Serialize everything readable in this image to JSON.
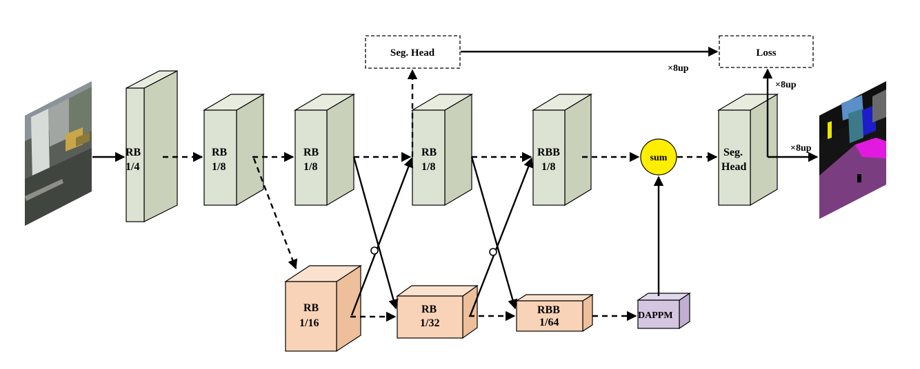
{
  "colors": {
    "green_front": "#dde3d3",
    "green_top": "#e8ecdf",
    "green_side": "#c9d1bb",
    "orange_front": "#f8d3b7",
    "orange_top": "#fbe2cf",
    "orange_side": "#eebf9b",
    "purple_front": "#d4c6e1",
    "purple_top": "#e2d8ec",
    "purple_side": "#c0afd2",
    "sum_fill": "#ffee00",
    "line": "#000000"
  },
  "blocks": {
    "rb_quarter": {
      "line1": "RB",
      "line2": "1/4"
    },
    "rb_eighth_a": {
      "line1": "RB",
      "line2": "1/8"
    },
    "rb_eighth_b": {
      "line1": "RB",
      "line2": "1/8"
    },
    "rb_eighth_c": {
      "line1": "RB",
      "line2": "1/8"
    },
    "rbb_eighth": {
      "line1": "RBB",
      "line2": "1/8"
    },
    "rb_16": {
      "line1": "RB",
      "line2": "1/16"
    },
    "rb_32": {
      "line1": "RB",
      "line2": "1/32"
    },
    "rbb_64": {
      "line1": "RBB",
      "line2": "1/64"
    },
    "dappm": {
      "label": "DAPPM"
    },
    "seg_head_block": {
      "line1": "Seg.",
      "line2": "Head"
    }
  },
  "sum_node": {
    "label": "sum"
  },
  "boxes": {
    "seg_head_aux": "Seg. Head",
    "loss": "Loss"
  },
  "upsample_labels": {
    "aux_to_loss": "×8up",
    "loss_side": "×8up",
    "output": "×8up"
  },
  "images": {
    "input": "street-scene-photo",
    "output": "segmentation-map"
  }
}
